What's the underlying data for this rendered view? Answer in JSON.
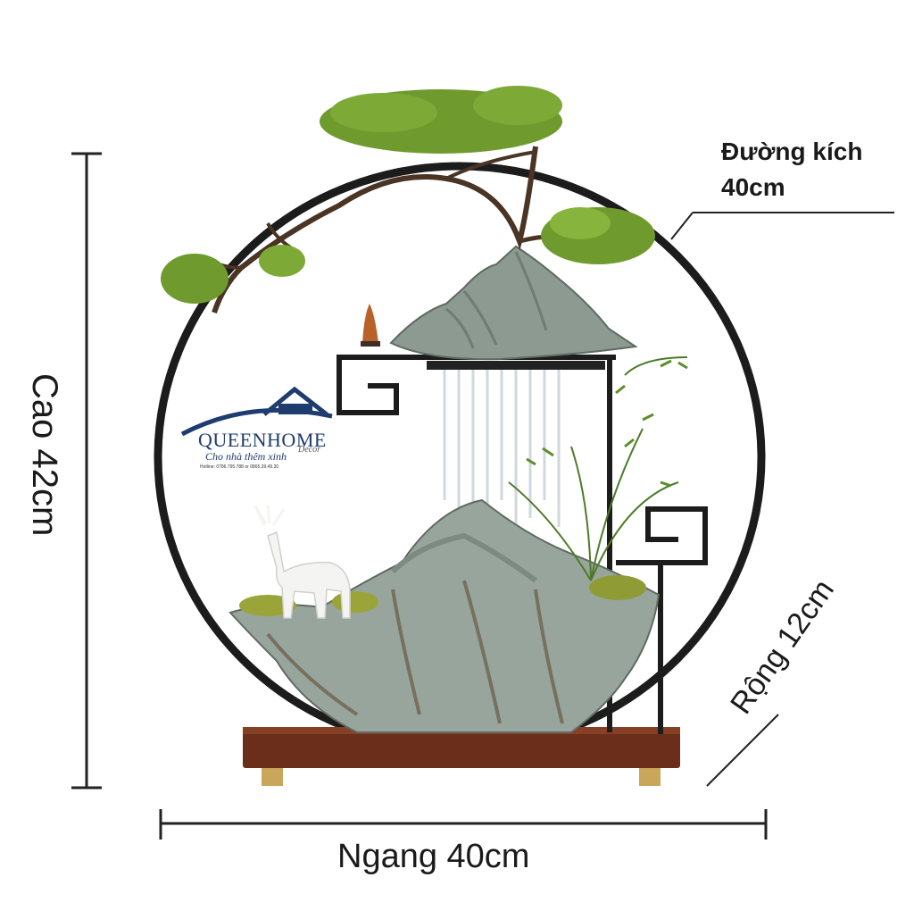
{
  "dimensions": {
    "height_label": "Cao 42cm",
    "width_label": "Ngang 40cm",
    "depth_label": "Rộng 12cm",
    "diameter_label_line1": "Đường kích",
    "diameter_label_line2": "40cm"
  },
  "logo": {
    "name": "QUEENHOME",
    "tagline": "Cho nhà thêm xinh",
    "sub": "Decor",
    "hotline": "Hotline: 0786.795.788 or 0865.39.49.30"
  },
  "colors": {
    "ring": "#1c1c1c",
    "pine": "#6f9a2e",
    "ceramic": "#9aa9a1",
    "wood": "#6b2e1a",
    "brand": "#1e3c6e"
  }
}
